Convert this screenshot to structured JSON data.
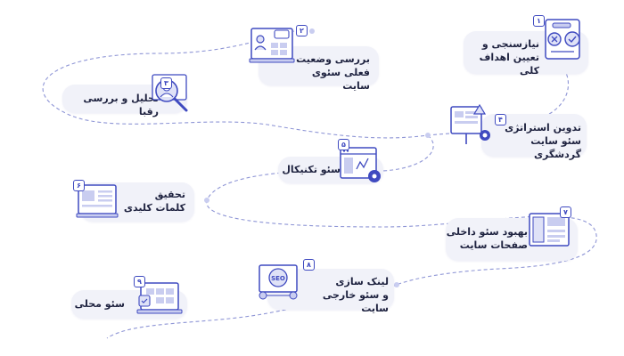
{
  "steps": [
    {
      "number": "۱",
      "label": "نیازسنجی و\nتعیین اهداف کلی",
      "icon": "checklist-icon"
    },
    {
      "number": "۲",
      "label": "بررسی وضعیت\nفعلی سئوی سایت",
      "icon": "monitor-user-icon"
    },
    {
      "number": "۳",
      "label": "تحلیل و بررسی رقبا",
      "icon": "magnifier-user-icon"
    },
    {
      "number": "۴",
      "label": "تدوین استراتژی\nسئو سایت گردشگری",
      "icon": "strategy-board-icon"
    },
    {
      "number": "۵",
      "label": "سئو تکنیکال",
      "icon": "browser-gear-icon"
    },
    {
      "number": "۶",
      "label": "تحقیق\nکلمات کلیدی",
      "icon": "keyword-chart-icon"
    },
    {
      "number": "۷",
      "label": "بهبود سئو داخلی\nصفحات سایت",
      "icon": "layout-page-icon"
    },
    {
      "number": "۸",
      "label": "لینک سازی\nو سئو خارجی سایت",
      "icon": "seo-globe-icon"
    },
    {
      "number": "۹",
      "label": "سئو محلی",
      "icon": "laptop-store-icon"
    }
  ],
  "colors": {
    "pill": "#f1f2f9",
    "accent": "#3f4ac0",
    "text": "#1f2340",
    "path": "#8f96d6"
  }
}
